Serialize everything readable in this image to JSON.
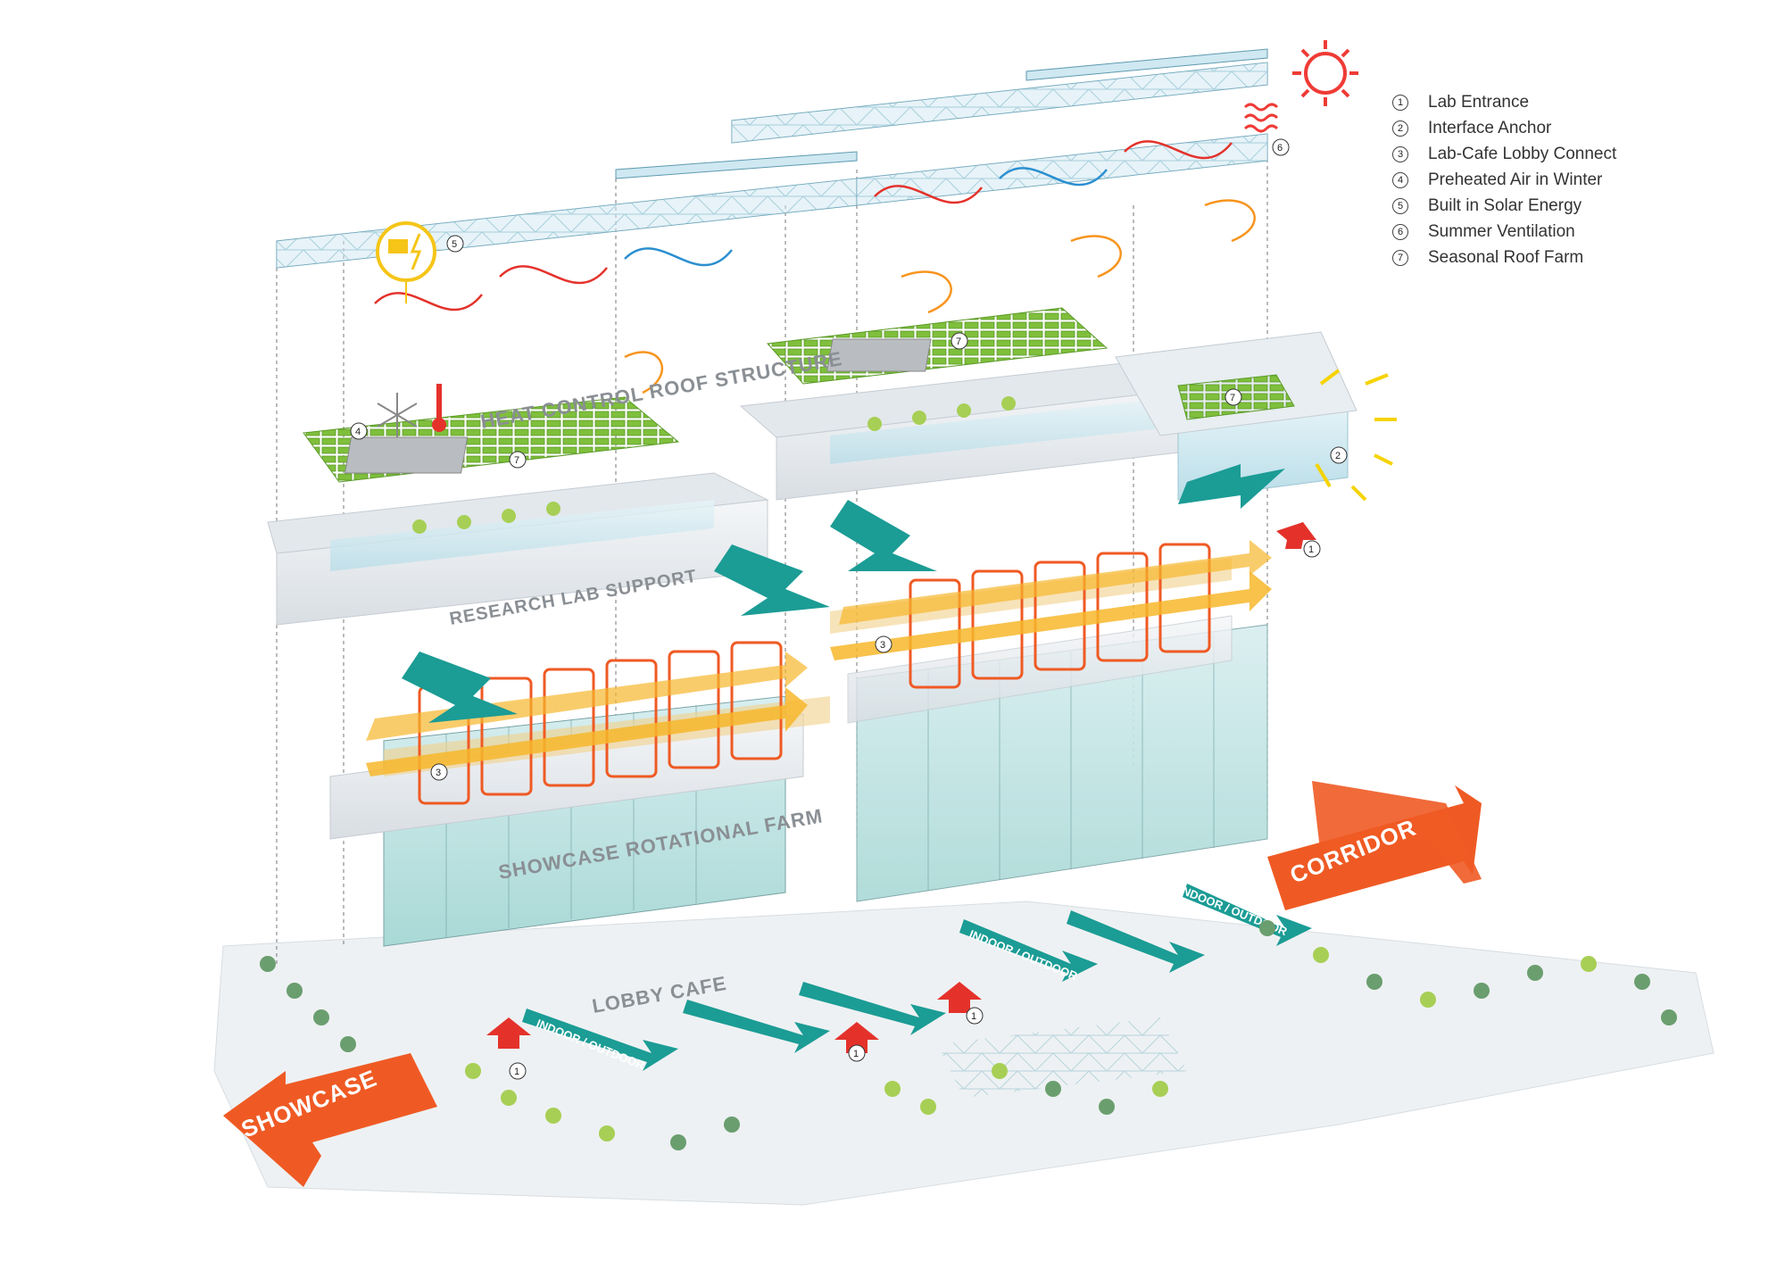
{
  "legend": [
    {
      "num": "1",
      "label": "Lab Entrance"
    },
    {
      "num": "2",
      "label": "Interface Anchor"
    },
    {
      "num": "3",
      "label": "Lab-Cafe Lobby Connect"
    },
    {
      "num": "4",
      "label": "Preheated Air in Winter"
    },
    {
      "num": "5",
      "label": "Built in Solar Energy"
    },
    {
      "num": "6",
      "label": "Summer Ventilation"
    },
    {
      "num": "7",
      "label": "Seasonal Roof Farm"
    }
  ],
  "zones": {
    "roof": "HEAT CONTROL ROOF STRUCTURE",
    "lab": "RESEARCH LAB SUPPORT",
    "farm": "SHOWCASE ROTATIONAL FARM",
    "lobby": "LOBBY CAFE"
  },
  "arrows": {
    "showcase": "SHOWCASE",
    "corridor": "CORRIDOR",
    "indoor_outdoor": "INDOOR / OUTDOOR"
  },
  "markers": {
    "m1": "1",
    "m2": "2",
    "m3": "3",
    "m4": "4",
    "m5": "5",
    "m6": "6",
    "m7": "7"
  },
  "colors": {
    "orange": "#ef5a24",
    "teal": "#1b9c95",
    "yellow": "#f7b72c",
    "green": "#8dc63f",
    "glass": "#bfe3ee",
    "red_arrow": "#e4322b"
  },
  "icons": [
    "solar-panel-icon",
    "sun-icon",
    "heat-wave-icon",
    "snowflake-icon",
    "thermometer-icon"
  ]
}
